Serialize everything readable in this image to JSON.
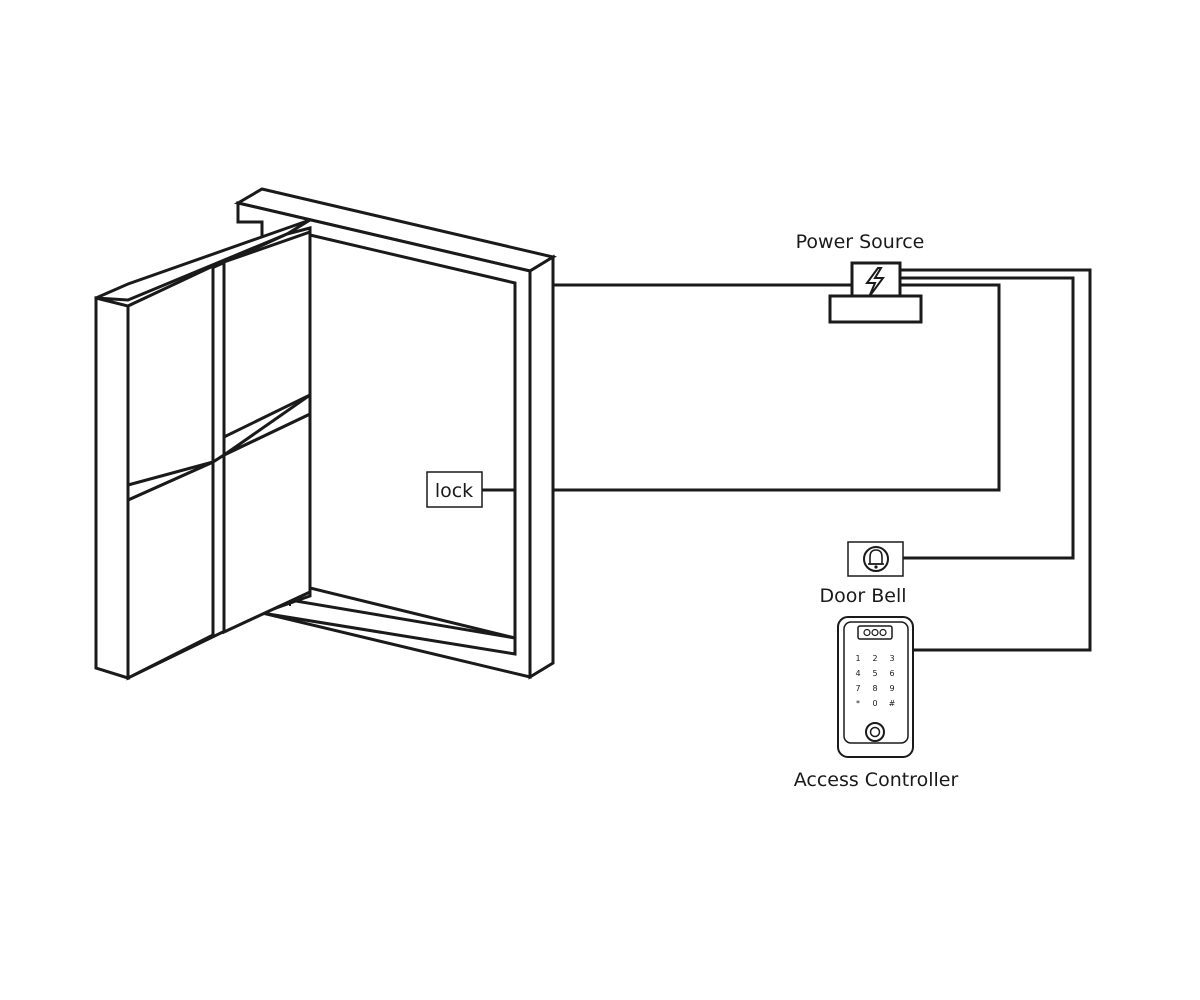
{
  "labels": {
    "power_source": "Power Source",
    "lock": "lock",
    "door_bell": "Door Bell",
    "access_controller": "Access Controller"
  },
  "keypad": {
    "keys": [
      "1",
      "2",
      "3",
      "4",
      "5",
      "6",
      "7",
      "8",
      "9",
      "*",
      "0",
      "#"
    ]
  },
  "icons": {
    "power": "lightning-bolt-icon",
    "bell": "bell-icon",
    "fingerprint": "fingerprint-sensor-icon"
  }
}
